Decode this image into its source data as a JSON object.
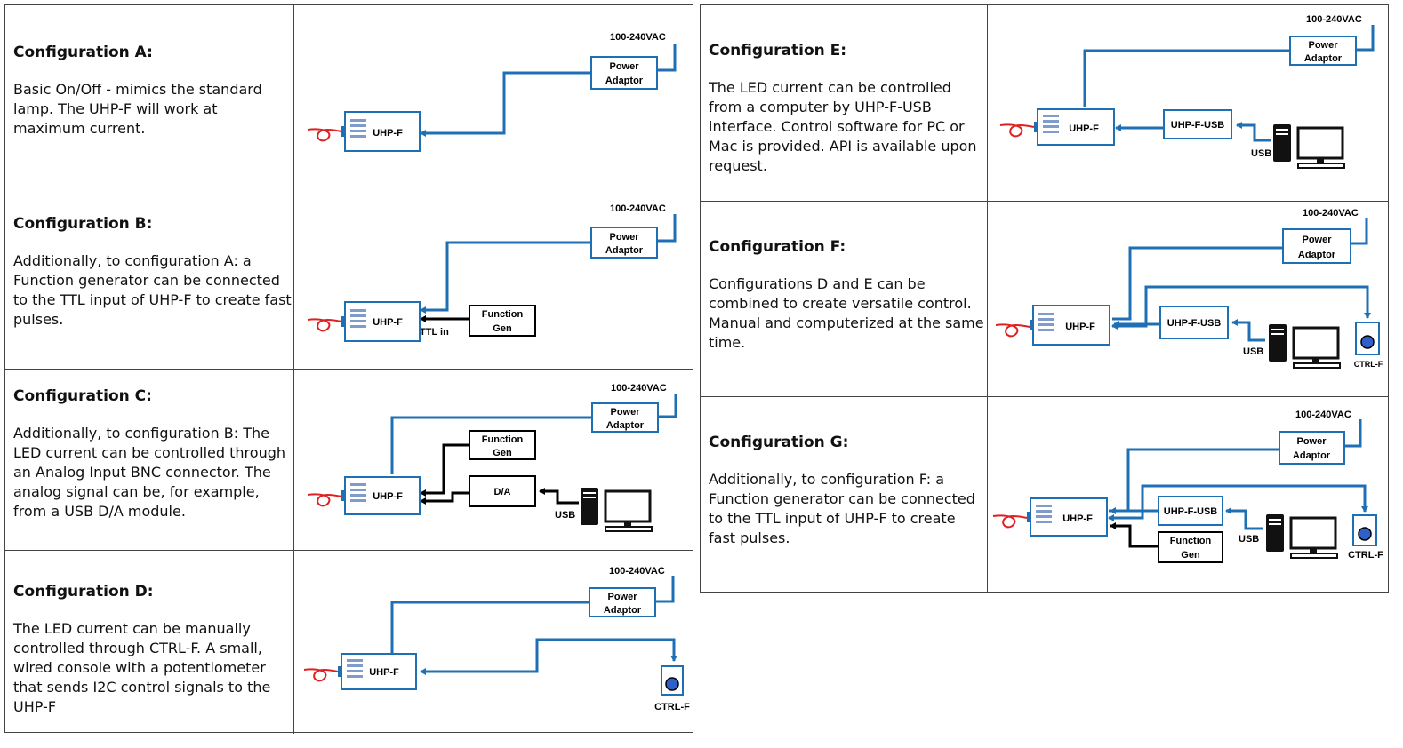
{
  "labels": {
    "uhp": "UHP-F",
    "power1": "Power",
    "power2": "Adaptor",
    "vac": "100-240VAC",
    "ttl": "TTL in",
    "fg1": "Function",
    "fg2": "Gen",
    "da": "D/A",
    "usb": "USB",
    "uhpusb": "UHP-F-USB",
    "ctrl": "CTRL-F"
  },
  "colors": {
    "wire_blue": "#1f6fb4",
    "wire_black": "#000000",
    "fiber_red": "#e02020",
    "knob_blue": "#2f5fc8"
  },
  "configs": {
    "A": {
      "title": "Configuration A:",
      "desc": "Basic On/Off - mimics the standard lamp. The UHP-F will work at maximum current."
    },
    "B": {
      "title": "Configuration B:",
      "desc": "Additionally, to configuration A: a Function generator can be connected to the TTL input of UHP-F to create fast pulses."
    },
    "C": {
      "title": "Configuration C:",
      "desc": "Additionally, to configuration B: The LED current can be controlled through an Analog Input BNC connector. The analog signal can be, for example, from a USB D/A module."
    },
    "D": {
      "title": "Configuration D:",
      "desc": "The LED current can be manually controlled through CTRL-F. A small, wired console with a potentiometer that sends I2C control signals to the UHP-F"
    },
    "E": {
      "title": "Configuration E:",
      "desc": "The LED current can be controlled from a computer by UHP-F-USB interface. Control software for PC or Mac is provided. API is available upon request."
    },
    "F": {
      "title": "Configuration F:",
      "desc": "Configurations D and E can be combined to create versatile control. Manual and computerized at the same time."
    },
    "G": {
      "title": "Configuration G:",
      "desc": "Additionally, to configuration F: a Function generator can be connected to the TTL input of UHP-F to create fast pulses."
    }
  }
}
